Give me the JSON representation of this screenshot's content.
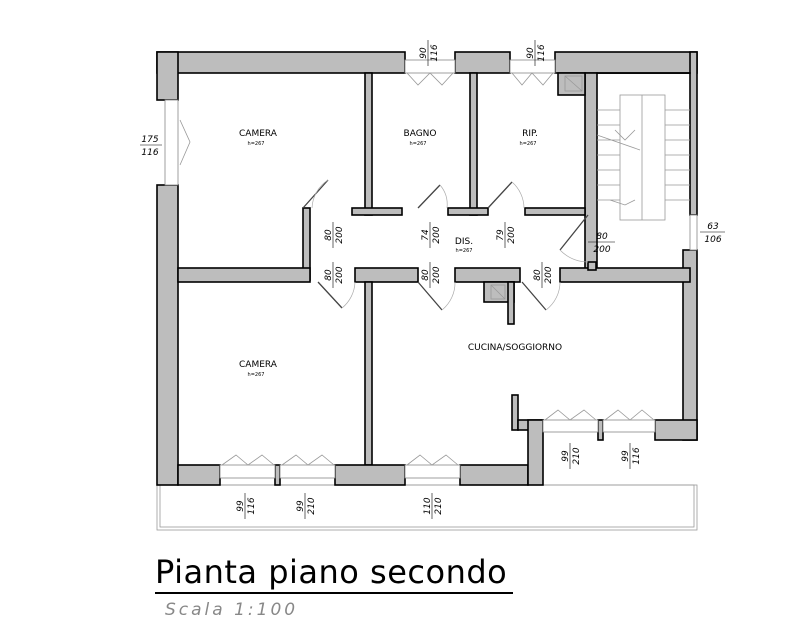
{
  "rooms": [
    {
      "name": "CAMERA",
      "height": "h=267"
    },
    {
      "name": "BAGNO",
      "height": "h=267"
    },
    {
      "name": "RIP.",
      "height": "h=267"
    },
    {
      "name": "DIS.",
      "height": "h=267"
    },
    {
      "name": "CAMERA",
      "height": "h=267"
    },
    {
      "name": "CUCINA/SOGGIORNO"
    }
  ],
  "dimensions": {
    "window_left": [
      "175",
      "116"
    ],
    "window_bagno": [
      "90",
      "116"
    ],
    "window_rip": [
      "90",
      "116"
    ],
    "window_stair": [
      "63",
      "106"
    ],
    "door_camera_top": [
      "80",
      "200"
    ],
    "door_bagno": [
      "74",
      "200"
    ],
    "door_rip": [
      "79",
      "200"
    ],
    "door_stair": [
      "80",
      "200"
    ],
    "door_camera_bottom": [
      "80",
      "200"
    ],
    "door_cucina_1": [
      "80",
      "200"
    ],
    "door_cucina_2": [
      "80",
      "200"
    ],
    "window_camera_1": [
      "99",
      "116"
    ],
    "window_camera_2": [
      "99",
      "210"
    ],
    "window_cucina_bottom": [
      "110",
      "210"
    ],
    "window_balcony_1": [
      "99",
      "210"
    ],
    "window_balcony_2": [
      "99",
      "116"
    ]
  },
  "title": "Pianta piano secondo",
  "scale": "Scala 1:100"
}
